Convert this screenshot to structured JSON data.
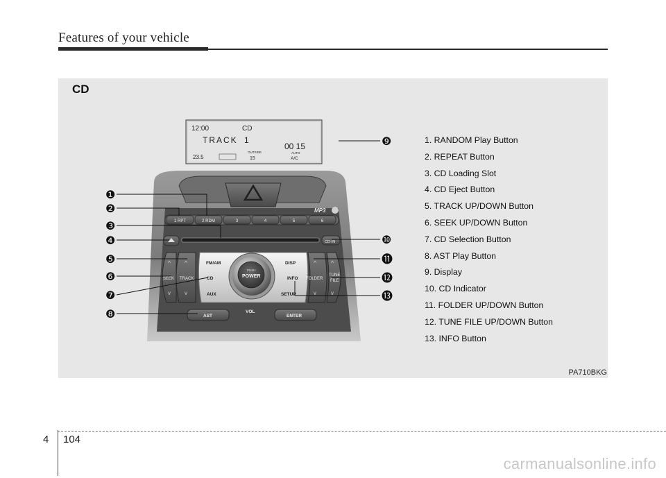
{
  "header": {
    "title": "Features of your vehicle"
  },
  "figure": {
    "section_title": "CD",
    "code": "PA710BKG",
    "lcd": {
      "clock": "12:00",
      "mode": "CD",
      "track_label": "TRACK",
      "track_number": "1",
      "time": "00 15",
      "temperature": "23.5",
      "outdoor_label": "OUTSIDE",
      "outdoor_temp": "15",
      "auto_label": "AUTO",
      "ac_label": "A/C"
    },
    "unit": {
      "mp3_logo": "MP3",
      "preset_buttons": [
        "1 RPT",
        "2 RDM",
        "3",
        "4",
        "5",
        "6"
      ],
      "cd_in": "CD-IN",
      "seek_label": "SEEK",
      "track_label": "TRACK",
      "fm_am_label": "FM/AM",
      "cd_label": "CD",
      "aux_label": "AUX",
      "power_push": "PUSH",
      "power_label": "POWER",
      "disp_label": "DISP",
      "info_label": "INFO",
      "setup_label": "SETUP",
      "folder_label": "FOLDER",
      "tune_label": "TUNE",
      "file_label": "FILE",
      "vol_label": "VOL",
      "ast_label": "AST",
      "enter_label": "ENTER"
    },
    "callouts": [
      "❶",
      "❷",
      "❸",
      "❹",
      "❺",
      "❻",
      "❼",
      "❽",
      "❾",
      "❿",
      "⓫",
      "⓬",
      "⓭"
    ],
    "legend": [
      "1. RANDOM Play Button",
      "2. REPEAT Button",
      "3. CD Loading Slot",
      "4. CD Eject Button",
      "5. TRACK UP/DOWN Button",
      "6. SEEK UP/DOWN Button",
      "7. CD Selection Button",
      "8. AST Play Button",
      "9. Display",
      "10. CD Indicator",
      "11. FOLDER UP/DOWN Button",
      "12. TUNE FILE UP/DOWN Button",
      "13. INFO Button"
    ]
  },
  "footer": {
    "chapter": "4",
    "page": "104",
    "watermark": "carmanualsonline.info"
  }
}
